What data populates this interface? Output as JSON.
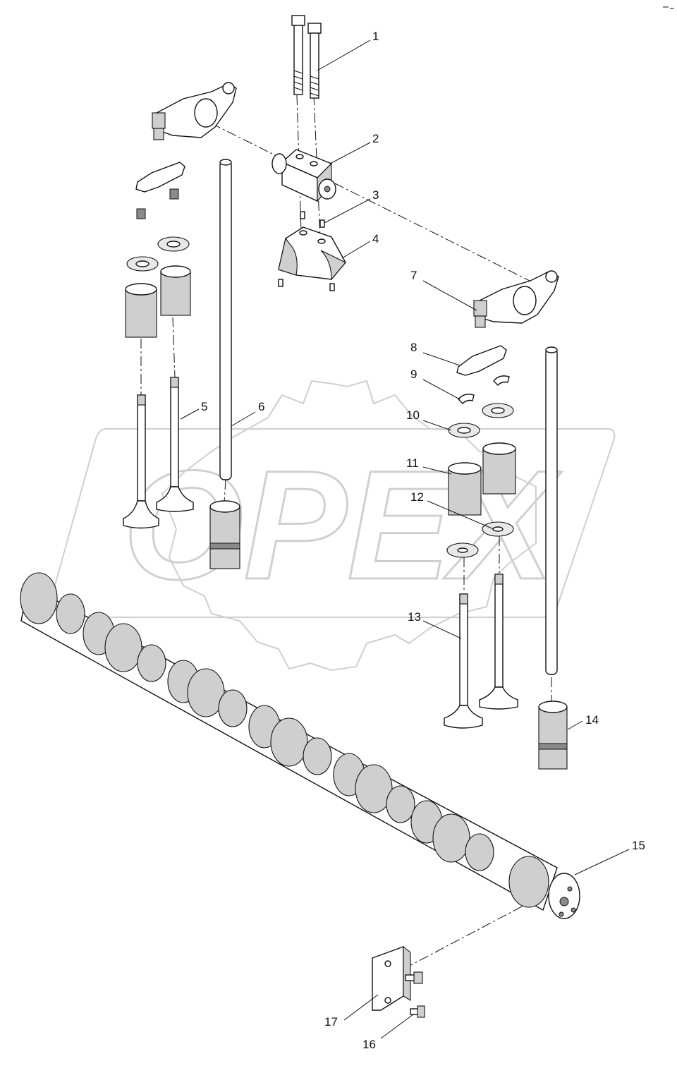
{
  "diagram": {
    "callouts": [
      {
        "id": "1",
        "label": "1"
      },
      {
        "id": "2",
        "label": "2"
      },
      {
        "id": "3",
        "label": "3"
      },
      {
        "id": "4",
        "label": "4"
      },
      {
        "id": "5",
        "label": "5"
      },
      {
        "id": "6",
        "label": "6"
      },
      {
        "id": "7",
        "label": "7"
      },
      {
        "id": "8",
        "label": "8"
      },
      {
        "id": "9",
        "label": "9"
      },
      {
        "id": "10",
        "label": "10"
      },
      {
        "id": "11",
        "label": "11"
      },
      {
        "id": "12",
        "label": "12"
      },
      {
        "id": "13",
        "label": "13"
      },
      {
        "id": "14",
        "label": "14"
      },
      {
        "id": "15",
        "label": "15"
      },
      {
        "id": "16",
        "label": "16"
      },
      {
        "id": "17",
        "label": "17"
      }
    ],
    "watermark": "OPEX"
  }
}
